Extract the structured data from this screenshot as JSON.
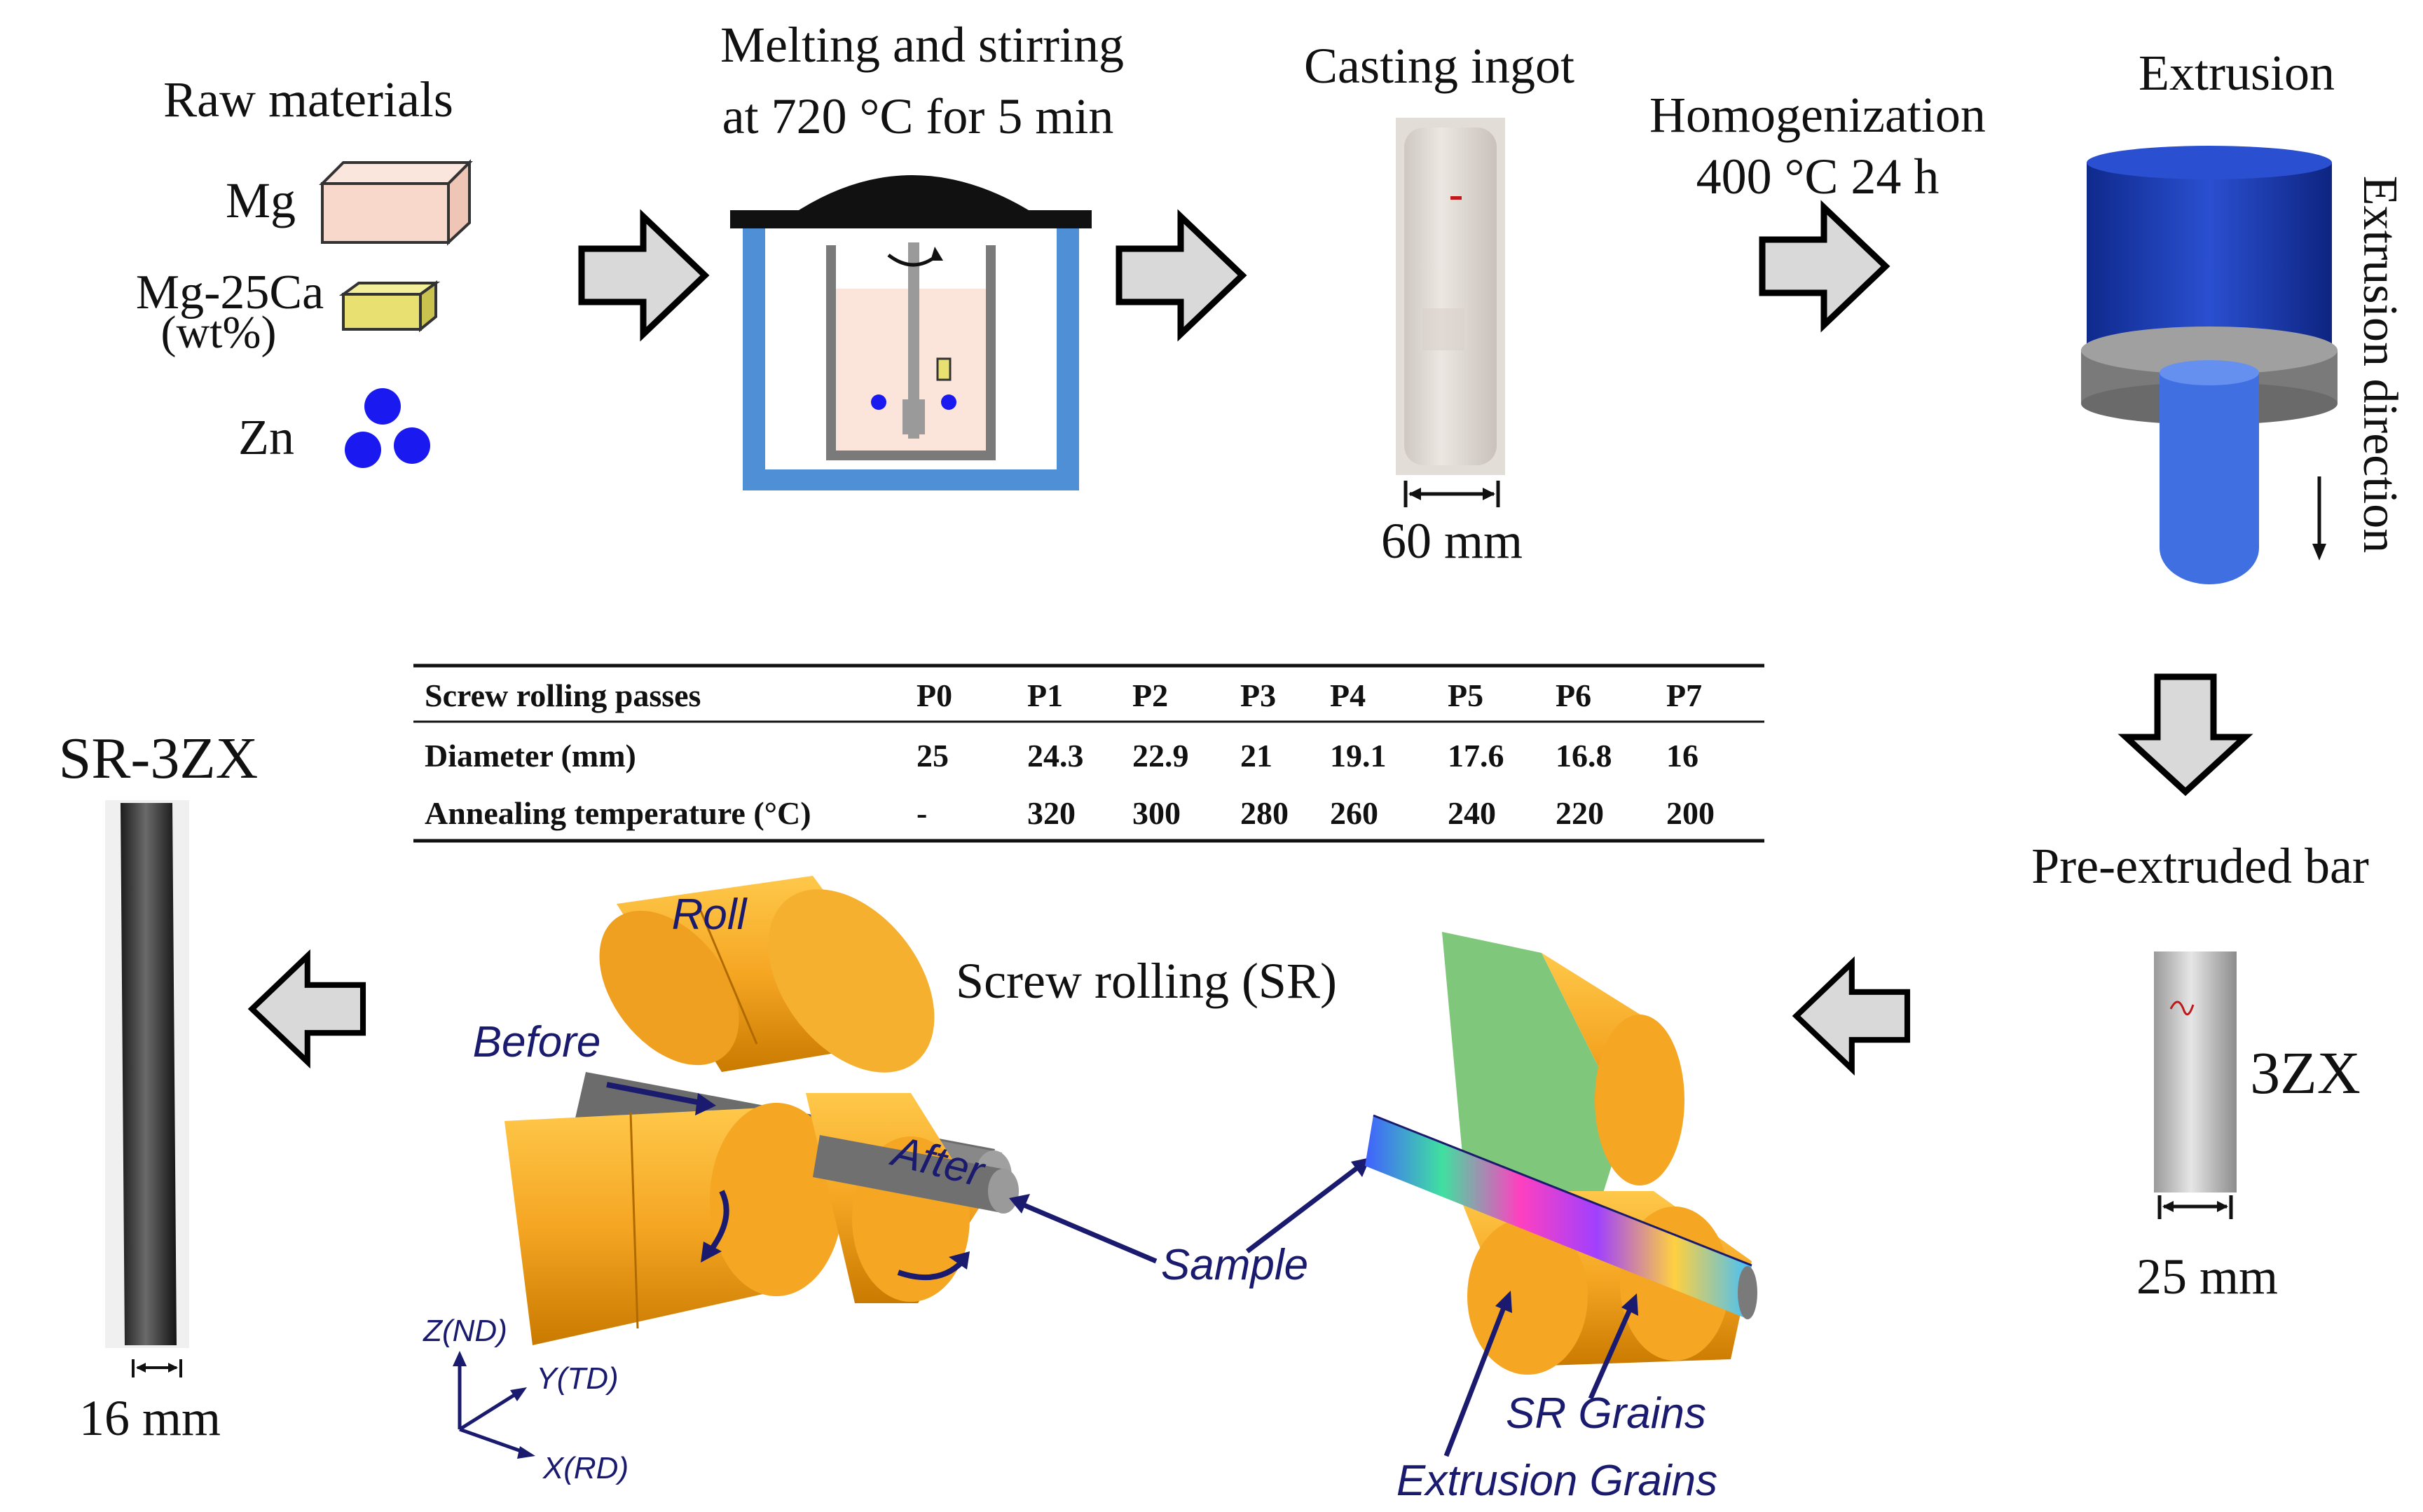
{
  "raw": {
    "title": "Raw materials",
    "mg": "Mg",
    "mgca_line1": "Mg-25Ca",
    "mgca_line2": "(wt%)",
    "zn": "Zn"
  },
  "melting": {
    "line1": "Melting and stirring",
    "line2": "at 720 °C for 5 min"
  },
  "casting": {
    "title": "Casting ingot",
    "dim": "60 mm"
  },
  "homog": {
    "line1": "Homogenization",
    "line2": "400 °C  24 h"
  },
  "extrusion": {
    "title": "Extrusion",
    "direction": "Extrusion direction"
  },
  "pre": {
    "title": "Pre-extruded bar",
    "alloy": "3ZX",
    "dim": "25 mm"
  },
  "sr": {
    "title": "Screw rolling (SR)",
    "roll": "Roll",
    "before": "Before",
    "after": "After",
    "sample": "Sample",
    "sr_grains": "SR Grains",
    "ext_grains": "Extrusion Grains",
    "axis_z": "Z(ND)",
    "axis_y": "Y(TD)",
    "axis_x": "X(RD)"
  },
  "final": {
    "title": "SR-3ZX",
    "dim": "16 mm"
  },
  "table": {
    "header": [
      "Screw rolling passes",
      "P0",
      "P1",
      "P2",
      "P3",
      "P4",
      "P5",
      "P6",
      "P7"
    ],
    "rows": [
      [
        "Diameter (mm)",
        "25",
        "24.3",
        "22.9",
        "21",
        "19.1",
        "17.6",
        "16.8",
        "16"
      ],
      [
        "Annealing temperature (°C)",
        "-",
        "320",
        "300",
        "280",
        "260",
        "240",
        "220",
        "200"
      ]
    ]
  },
  "colors": {
    "roll_orange": "#f5a623",
    "mg_block": "#f9d8cc",
    "ca_block": "#e8e070",
    "zn_ball": "#1a1af0",
    "crucible_blue": "#4f8fd6",
    "die_blue": "#1f3fb0",
    "arrow_gray": "#d9d9d9",
    "label_navy": "#1a1a6e"
  }
}
